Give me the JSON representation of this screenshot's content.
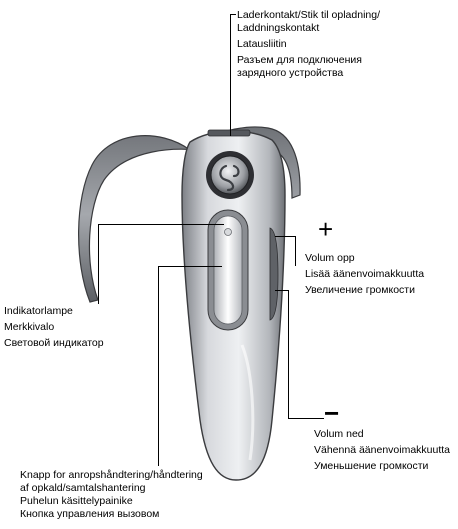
{
  "connector": {
    "lines": [
      "Laderkontakt/Stik til opladning/",
      "Laddningskontakt",
      "Latausliitin",
      "Разъем для подключения",
      "зарядного устройства"
    ]
  },
  "volume_up": {
    "symbol": "+",
    "lines": [
      "Volum opp",
      "Lisää äänenvoimakkuutta",
      "Увеличение громкости"
    ]
  },
  "indicator": {
    "lines": [
      "Indikatorlampe",
      "Merkkivalo",
      "Световой индикатор"
    ]
  },
  "volume_down": {
    "symbol": "−",
    "lines": [
      "Volum ned",
      "Vähennä äänenvoimakkuutta",
      "Уменьшение громкости"
    ]
  },
  "call_button": {
    "lines": [
      "Knapp for anropshåndtering/håndtering",
      "af opkald/samtalshantering",
      "Puhelun käsittelypainike",
      "Кнопка управления вызовом"
    ]
  },
  "colors": {
    "body": "#c9ccd1",
    "hook": "#8f9196",
    "outline": "#3a3b3e"
  }
}
